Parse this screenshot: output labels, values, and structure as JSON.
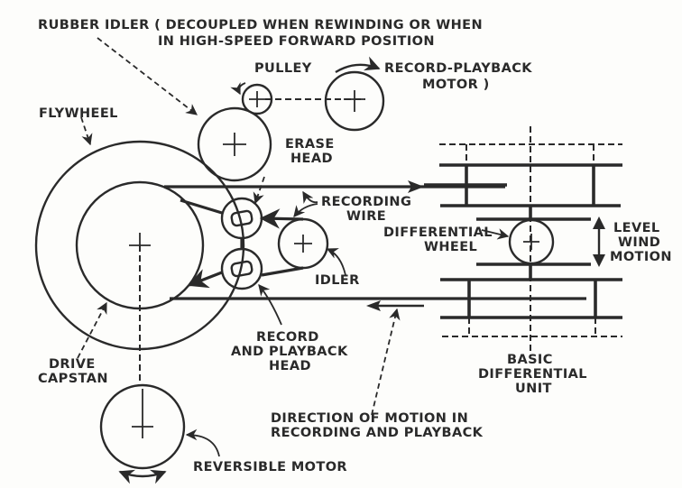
{
  "diagram": {
    "subject": "Wire recorder drive mechanism",
    "labels": {
      "rubber_idler_line1": "RUBBER IDLER ( DECOUPLED WHEN REWINDING OR WHEN",
      "rubber_idler_line2": "IN HIGH-SPEED FORWARD POSITION",
      "pulley": "PULLEY",
      "record_playback_motor_line1": "RECORD-PLAYBACK",
      "record_playback_motor_line2": "MOTOR )",
      "flywheel": "FLYWHEEL",
      "erase_head_line1": "ERASE",
      "erase_head_line2": "HEAD",
      "recording_wire_line1": "RECORDING",
      "recording_wire_line2": "WIRE",
      "differential_wheel_line1": "DIFFERENTIAL",
      "differential_wheel_line2": "WHEEL",
      "level_wind_line1": "LEVEL",
      "level_wind_line2": "WIND",
      "level_wind_line3": "MOTION",
      "idler": "IDLER",
      "drive_capstan_line1": "DRIVE",
      "drive_capstan_line2": "CAPSTAN",
      "record_head_line1": "RECORD",
      "record_head_line2": "AND PLAYBACK",
      "record_head_line3": "HEAD",
      "basic_diff_line1": "BASIC",
      "basic_diff_line2": "DIFFERENTIAL",
      "basic_diff_line3": "UNIT",
      "direction_line1": "DIRECTION OF MOTION IN",
      "direction_line2": "RECORDING AND PLAYBACK",
      "reversible_motor": "REVERSIBLE MOTOR"
    },
    "components": [
      "flywheel",
      "drive-capstan",
      "rubber-idler",
      "pulley",
      "record-playback-motor",
      "erase-head",
      "record-playback-head",
      "idler",
      "recording-wire",
      "differential-wheel",
      "basic-differential-unit",
      "reversible-motor"
    ],
    "ink_color": "#2a2a2a",
    "paper_color": "#fdfdfb"
  }
}
